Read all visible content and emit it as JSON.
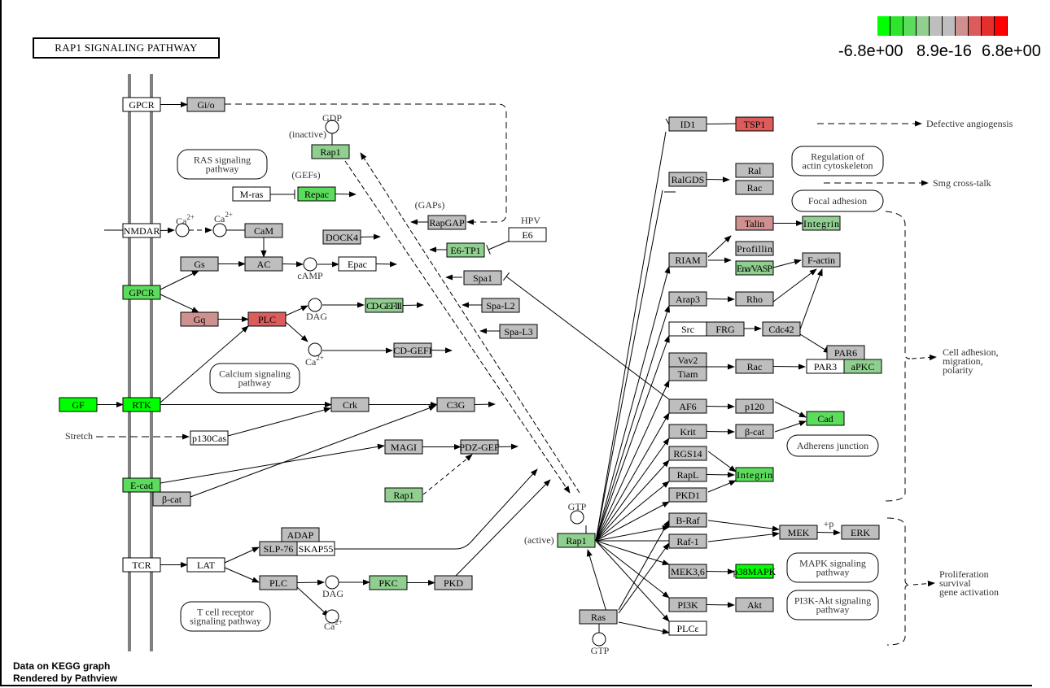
{
  "title": "RAP1  SIGNALING  PATHWAY",
  "legend": {
    "colors": [
      "#00ff00",
      "#2ee52e",
      "#5cdc5c",
      "#90cf90",
      "#bebebe",
      "#bebebe",
      "#cf9090",
      "#dc5c5c",
      "#e52e2e",
      "#ff0000"
    ],
    "labels": [
      "-6.8e+00",
      "8.9e-16",
      "6.8e+00"
    ]
  },
  "footer": [
    "Data on KEGG graph",
    "Rendered by Pathview"
  ],
  "colors": {
    "gray": "#bebebe",
    "white": "#ffffff",
    "green_strong": "#00ff00",
    "green_mid": "#5cdc5c",
    "green_light": "#90cf90",
    "red_light": "#cf9090",
    "red_mid": "#dc5c5c",
    "membrane": "#808080"
  },
  "nodes": [
    {
      "id": "gpcr1",
      "label": "GPCR",
      "fill": "white"
    },
    {
      "id": "gio",
      "label": "Gi/o",
      "fill": "gray"
    },
    {
      "id": "nmdar",
      "label": "NMDAR",
      "fill": "white"
    },
    {
      "id": "cam",
      "label": "CaM",
      "fill": "gray"
    },
    {
      "id": "gs",
      "label": "Gs",
      "fill": "gray"
    },
    {
      "id": "ac",
      "label": "AC",
      "fill": "gray"
    },
    {
      "id": "epac",
      "label": "Epac",
      "fill": "white"
    },
    {
      "id": "gpcr2",
      "label": "GPCR",
      "fill": "green_mid"
    },
    {
      "id": "gq",
      "label": "Gq",
      "fill": "red_light"
    },
    {
      "id": "plc1",
      "label": "PLC",
      "fill": "red_mid"
    },
    {
      "id": "cdgef3",
      "label": "CD-GEFIII",
      "fill": "green_light"
    },
    {
      "id": "cdgef1",
      "label": "CD-GEFI",
      "fill": "gray"
    },
    {
      "id": "gf",
      "label": "GF",
      "fill": "green_strong"
    },
    {
      "id": "rtk",
      "label": "RTK",
      "fill": "green_strong"
    },
    {
      "id": "crk",
      "label": "Crk",
      "fill": "gray"
    },
    {
      "id": "c3g",
      "label": "C3G",
      "fill": "gray"
    },
    {
      "id": "p130cas",
      "label": "p130Cas",
      "fill": "white"
    },
    {
      "id": "magi",
      "label": "MAGI",
      "fill": "gray"
    },
    {
      "id": "pdzgef",
      "label": "PDZ-GEF",
      "fill": "gray"
    },
    {
      "id": "ecad",
      "label": "E-cad",
      "fill": "green_mid"
    },
    {
      "id": "bcat1",
      "label": "β-cat",
      "fill": "gray"
    },
    {
      "id": "rap1c",
      "label": "Rap1",
      "fill": "green_light"
    },
    {
      "id": "adap",
      "label": "ADAP",
      "fill": "gray"
    },
    {
      "id": "slp76",
      "label": "SLP-76",
      "fill": "gray"
    },
    {
      "id": "skap55",
      "label": "SKAP55",
      "fill": "white"
    },
    {
      "id": "tcr",
      "label": "TCR",
      "fill": "white"
    },
    {
      "id": "lat",
      "label": "LAT",
      "fill": "white"
    },
    {
      "id": "plc2",
      "label": "PLC",
      "fill": "gray"
    },
    {
      "id": "pkc",
      "label": "PKC",
      "fill": "green_light"
    },
    {
      "id": "pkd",
      "label": "PKD",
      "fill": "gray"
    },
    {
      "id": "rap1a",
      "label": "Rap1",
      "fill": "green_light"
    },
    {
      "id": "mras",
      "label": "M-ras",
      "fill": "white"
    },
    {
      "id": "repac",
      "label": "Repac",
      "fill": "green_mid"
    },
    {
      "id": "dock4",
      "label": "DOCK4",
      "fill": "gray"
    },
    {
      "id": "rapgap",
      "label": "RapGAP",
      "fill": "gray"
    },
    {
      "id": "e6tp1",
      "label": "E6-TP1",
      "fill": "green_light"
    },
    {
      "id": "e6",
      "label": "E6",
      "fill": "white"
    },
    {
      "id": "spa1",
      "label": "Spa1",
      "fill": "gray"
    },
    {
      "id": "spal2",
      "label": "Spa-L2",
      "fill": "gray"
    },
    {
      "id": "spal3",
      "label": "Spa-L3",
      "fill": "gray"
    },
    {
      "id": "rap1b",
      "label": "Rap1",
      "fill": "green_light"
    },
    {
      "id": "ras",
      "label": "Ras",
      "fill": "gray"
    },
    {
      "id": "id1",
      "label": "ID1",
      "fill": "gray"
    },
    {
      "id": "tsp1",
      "label": "TSP1",
      "fill": "red_mid"
    },
    {
      "id": "ralgds",
      "label": "RalGDS",
      "fill": "gray"
    },
    {
      "id": "ral",
      "label": "Ral",
      "fill": "gray"
    },
    {
      "id": "rac1",
      "label": "Rac",
      "fill": "gray"
    },
    {
      "id": "talin",
      "label": "Talin",
      "fill": "red_light"
    },
    {
      "id": "integrin1",
      "label": "Integrin",
      "fill": "green_light"
    },
    {
      "id": "riam",
      "label": "RIAM",
      "fill": "gray"
    },
    {
      "id": "profillin",
      "label": "Profillin",
      "fill": "gray"
    },
    {
      "id": "enavasp",
      "label": "Ena/VASP",
      "fill": "green_light"
    },
    {
      "id": "factin",
      "label": "F-actin",
      "fill": "gray"
    },
    {
      "id": "arap3",
      "label": "Arap3",
      "fill": "gray"
    },
    {
      "id": "rho",
      "label": "Rho",
      "fill": "gray"
    },
    {
      "id": "src",
      "label": "Src",
      "fill": "white"
    },
    {
      "id": "frg",
      "label": "FRG",
      "fill": "gray"
    },
    {
      "id": "cdc42",
      "label": "Cdc42",
      "fill": "gray"
    },
    {
      "id": "par6",
      "label": "PAR6",
      "fill": "gray"
    },
    {
      "id": "par3",
      "label": "PAR3",
      "fill": "white"
    },
    {
      "id": "apkc",
      "label": "aPKC",
      "fill": "green_light"
    },
    {
      "id": "vav2",
      "label": "Vav2",
      "fill": "gray"
    },
    {
      "id": "tiam",
      "label": "Tiam",
      "fill": "gray"
    },
    {
      "id": "rac2",
      "label": "Rac",
      "fill": "gray"
    },
    {
      "id": "af6",
      "label": "AF6",
      "fill": "gray"
    },
    {
      "id": "p120",
      "label": "p120",
      "fill": "gray"
    },
    {
      "id": "cad",
      "label": "Cad",
      "fill": "green_mid"
    },
    {
      "id": "krit",
      "label": "Krit",
      "fill": "gray"
    },
    {
      "id": "bcat2",
      "label": "β-cat",
      "fill": "gray"
    },
    {
      "id": "rgs14",
      "label": "RGS14",
      "fill": "gray"
    },
    {
      "id": "rapl",
      "label": "RapL",
      "fill": "gray"
    },
    {
      "id": "integrin2",
      "label": "Integrin",
      "fill": "green_mid"
    },
    {
      "id": "pkd1",
      "label": "PKD1",
      "fill": "gray"
    },
    {
      "id": "braf",
      "label": "B-Raf",
      "fill": "gray"
    },
    {
      "id": "raf1",
      "label": "Raf-1",
      "fill": "gray"
    },
    {
      "id": "mek",
      "label": "MEK",
      "fill": "gray"
    },
    {
      "id": "erk",
      "label": "ERK",
      "fill": "gray"
    },
    {
      "id": "mek36",
      "label": "MEK3,6",
      "fill": "gray"
    },
    {
      "id": "p38mapk",
      "label": "p38MAPK",
      "fill": "green_strong"
    },
    {
      "id": "pi3k",
      "label": "PI3K",
      "fill": "gray"
    },
    {
      "id": "akt",
      "label": "Akt",
      "fill": "gray"
    },
    {
      "id": "plce",
      "label": "PLCε",
      "fill": "white"
    }
  ],
  "pathway_maps": [
    {
      "id": "ras_path",
      "lines": [
        "RAS signaling",
        "pathway"
      ]
    },
    {
      "id": "calcium_path",
      "lines": [
        "Calcium signaling",
        "pathway"
      ]
    },
    {
      "id": "tcell_path",
      "lines": [
        "T cell receptor",
        "signaling pathway"
      ]
    },
    {
      "id": "actin_path",
      "lines": [
        "Regulation of",
        "actin cytoskeleton"
      ]
    },
    {
      "id": "focal_path",
      "lines": [
        "Focal adhesion"
      ]
    },
    {
      "id": "adherens_path",
      "lines": [
        "Adherens junction"
      ]
    },
    {
      "id": "mapk_path",
      "lines": [
        "MAPK signaling",
        "pathway"
      ]
    },
    {
      "id": "pi3k_path",
      "lines": [
        "PI3K-Akt signaling",
        "pathway"
      ]
    }
  ],
  "labels": {
    "gdp": "GDP",
    "inactive": "(inactive)",
    "gefs": "(GEFs)",
    "gaps": "(GAPs)",
    "hpv": "HPV",
    "ca2": "Ca",
    "ca2_sup": "2+",
    "camp": "cAMP",
    "dag": "DAG",
    "stretch": "Stretch",
    "gtp": "GTP",
    "active": "(active)",
    "plus_p": "+p",
    "defective": "Defective angiogensis",
    "smg": "Smg cross-talk",
    "outcome_adhesion": [
      "Cell adhesion,",
      "migration,",
      "polarity"
    ],
    "outcome_prolif": [
      "Proliferation",
      "survival",
      "gene activation"
    ]
  }
}
